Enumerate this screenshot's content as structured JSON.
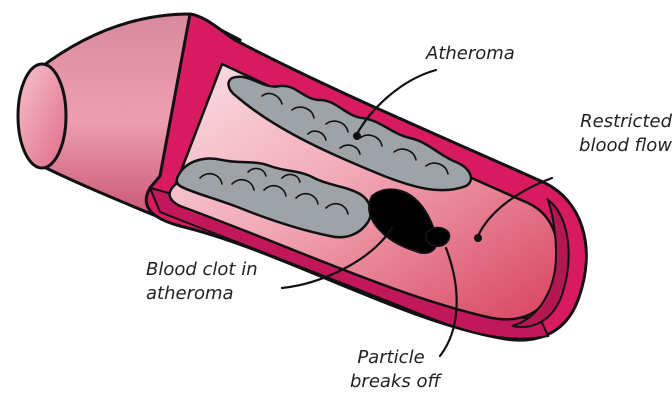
{
  "labels": {
    "atheroma": "Atheroma",
    "restricted_line1": "Restricted",
    "restricted_line2": "blood flow",
    "clot_line1": "Blood clot in",
    "clot_line2": "atheroma",
    "particle_line1": "Particle",
    "particle_line2": "breaks off"
  },
  "colors": {
    "vessel_wall": "#d81b60",
    "vessel_outer": "#e2849c",
    "lumen": "#e57a8c",
    "atheroma": "#9ea3a8",
    "clot": "#000000",
    "outline": "#111111"
  }
}
